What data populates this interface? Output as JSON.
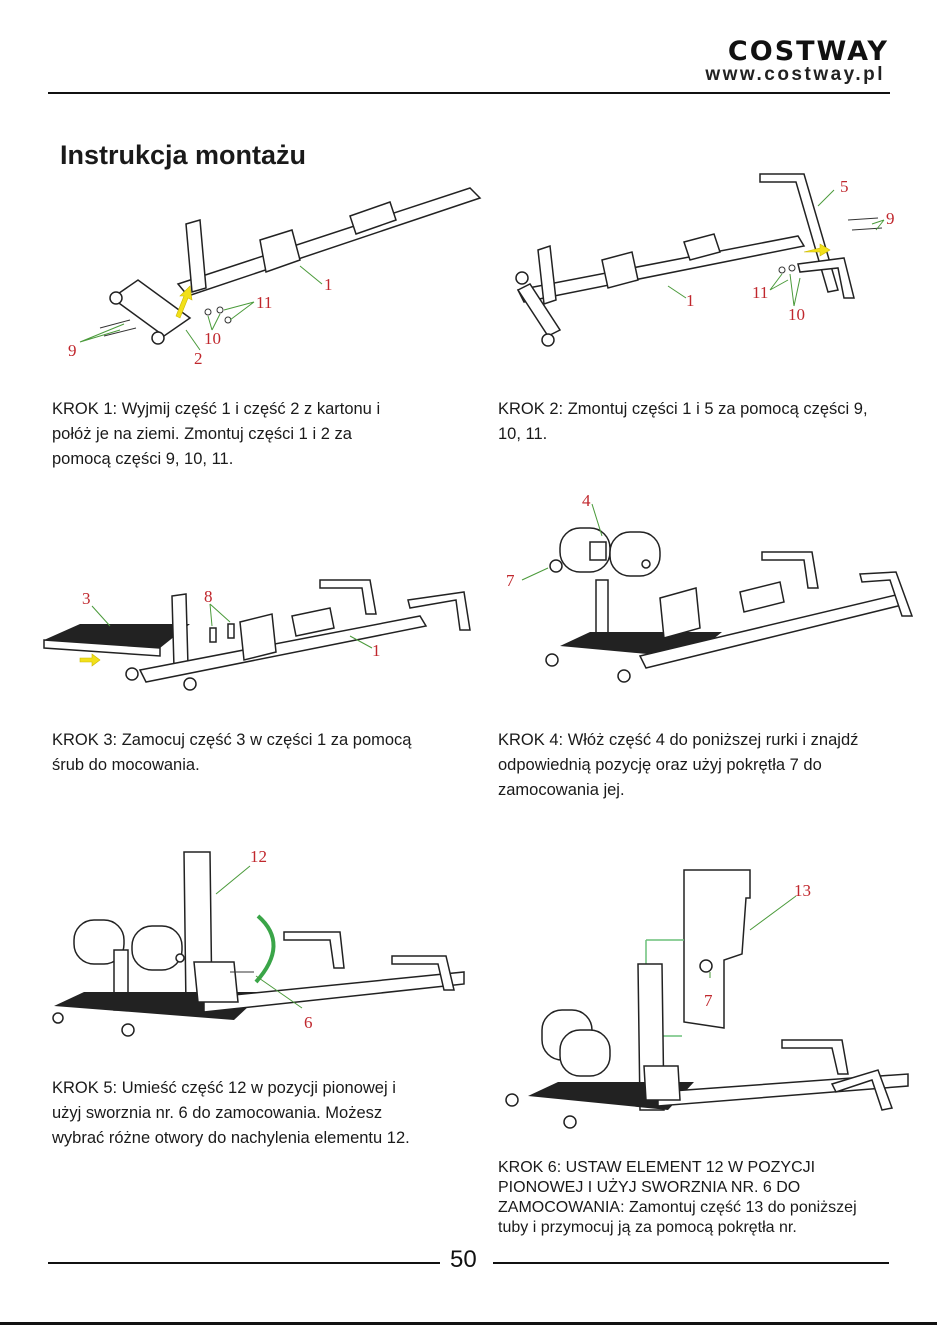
{
  "header": {
    "brand": "COSTWAY",
    "url": "www.costway.pl"
  },
  "title": "Instrukcja montażu",
  "steps": [
    {
      "lines": [
        "KROK 1: Wyjmij część 1 i część 2 z kartonu i",
        "połóż je na ziemi. Zmontuj części 1 i 2  za",
        "pomocą części 9, 10, 11."
      ],
      "callouts": [
        "1",
        "2",
        "9",
        "10",
        "11"
      ]
    },
    {
      "lines": [
        "KROK 2: Zmontuj części 1 i 5 za pomocą części 9,",
        "10, 11."
      ],
      "callouts": [
        "1",
        "5",
        "9",
        "10",
        "11"
      ]
    },
    {
      "lines": [
        "KROK 3: Zamocuj część 3 w części 1 za pomocą",
        "śrub do mocowania."
      ],
      "callouts": [
        "3",
        "8",
        "1"
      ]
    },
    {
      "lines": [
        "KROK 4: Włóż część 4 do poniższej rurki i znajdź",
        "odpowiednią pozycję oraz użyj pokrętła 7 do",
        "zamocowania jej."
      ],
      "callouts": [
        "4",
        "7"
      ]
    },
    {
      "lines": [
        "KROK 5: Umieść część 12 w pozycji pionowej i",
        "użyj sworznia nr. 6 do zamocowania. Możesz",
        "wybrać różne otwory do nachylenia elementu 12."
      ],
      "callouts": [
        "12",
        "6"
      ]
    },
    {
      "lines": [
        "KROK 6: USTAW ELEMENT 12 W POZYCJI",
        "PIONOWEJ I UŻYJ SWORZNIA NR. 6 DO",
        "ZAMOCOWANIA: Zamontuj część 13 do poniższej",
        "tuby i przymocuj ją za pomocą pokrętła nr."
      ],
      "callouts": [
        "13",
        "7"
      ]
    }
  ],
  "footer": {
    "page_number": "50"
  },
  "colors": {
    "callout": "#c0272d",
    "leader": "#4a9a3a",
    "arrow": "#f2e01a"
  }
}
